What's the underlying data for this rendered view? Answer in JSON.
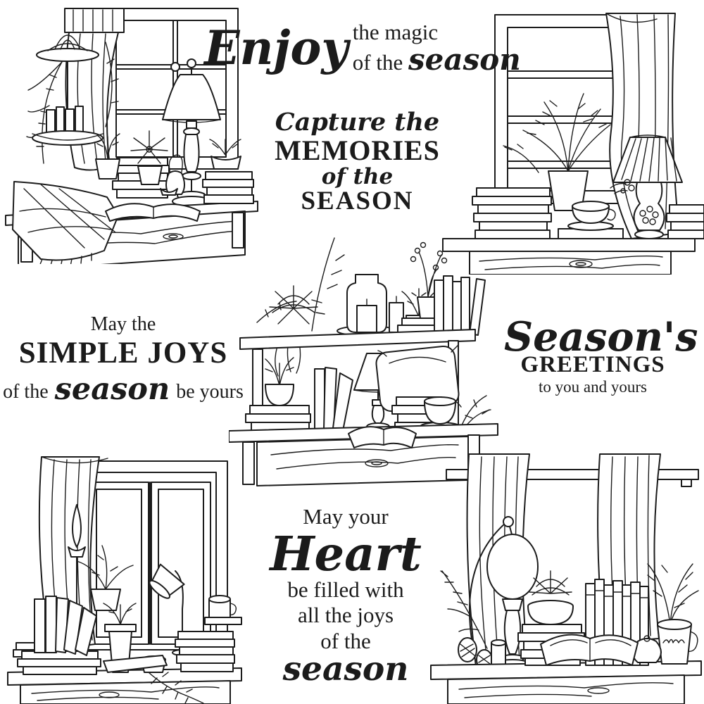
{
  "page": {
    "background": "#ffffff",
    "ink": "#1c1c1c",
    "kind": "clear stamp sentiment and cozy window scenes sheet"
  },
  "sentiments": {
    "enjoy_magic": {
      "script_start": "Enjoy",
      "line1": "the magic",
      "line2": "of the",
      "script_end": "season"
    },
    "capture_memories": {
      "script_line1": "Capture the",
      "caps_line1": "MEMORIES",
      "script_line2": "of the",
      "caps_line2": "SEASON"
    },
    "simple_joys": {
      "line1": "May the",
      "caps_line": "SIMPLE JOYS",
      "pre_script": "of the",
      "script_word": "season",
      "post_script": "be yours"
    },
    "seasons_greetings": {
      "script_word": "Season's",
      "caps_line": "GREETINGS",
      "subline": "to you and yours"
    },
    "heart": {
      "line1": "May your",
      "script_word1": "Heart",
      "line2": "be filled with",
      "line3": "all the joys",
      "line4": "of the",
      "script_word2": "season"
    }
  },
  "scenes": {
    "top_left": "window nook with curtain, hanging greenery stand, table lamp, book stacks, open book, potted plants and plaid blanket on wooden table",
    "top_right": "window with draped curtain, leafy plant, book stacks, teacup and pleated-shade lamp on wooden table",
    "center": "two-tier shelf with succulent, jar candle, berry pot, books, small lamp, pillow, teacup and open book",
    "bottom_left": "tall casement window with curtain, finial, desk lamp, leaning books, ferns, bowl and trailing plant on wooden table",
    "bottom_right": "curtained window with arc lamp, pinecones, succulent bowl on books, book row, plant in mug, teapot and open book"
  }
}
